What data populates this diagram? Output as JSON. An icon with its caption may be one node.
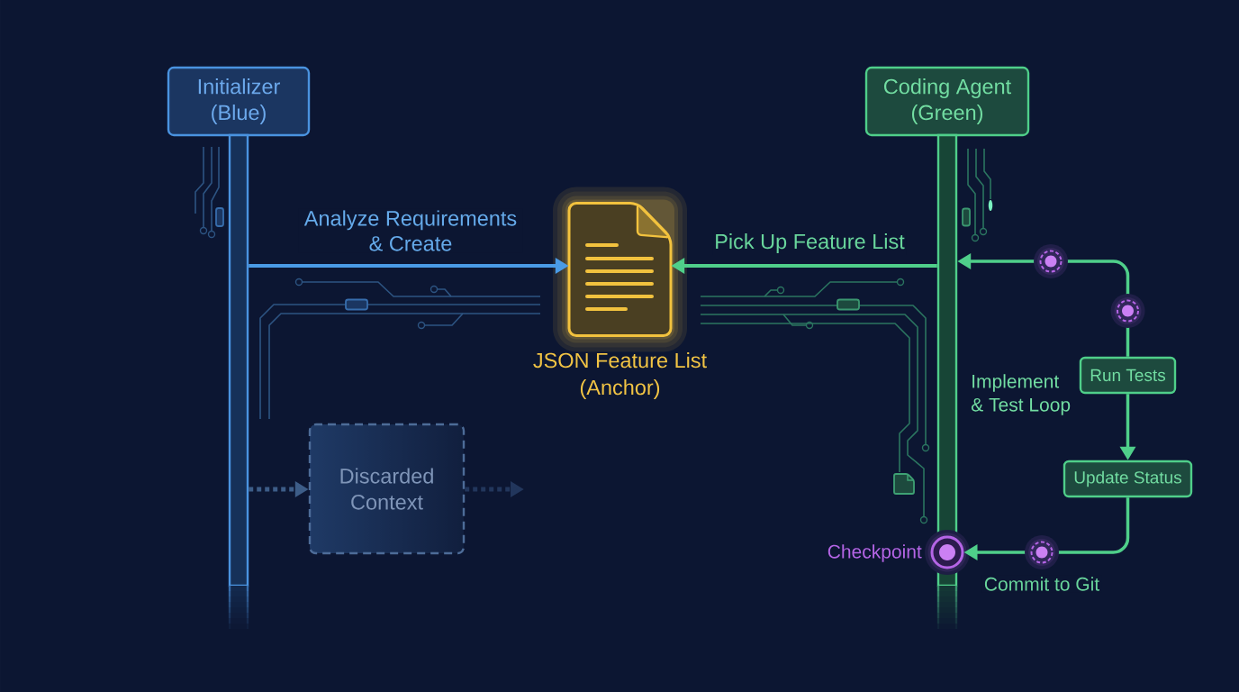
{
  "diagram": {
    "nodes": [
      {
        "text": [
          "Initializer (Blue)"
        ]
      },
      {
        "text": [
          "Coding Agent (Green)"
        ]
      },
      {
        "text": [],
        "shape": "bar"
      },
      {
        "text": [],
        "shape": "bar"
      },
      {
        "text": [
          "JSON Feature List (Anchor)"
        ]
      },
      {
        "text": [
          "Run Tests"
        ]
      },
      {
        "text": [
          "Discarded Context"
        ]
      },
      {
        "text": [
          "Update Status"
        ]
      },
      {
        "text": [
          "Checkpoint"
        ]
      }
    ],
    "edges": [
      {
        "from": 2,
        "to": 4,
        "arrow": "to",
        "label": "Analyze Requirements & Create",
        "color": "#4a9be6"
      },
      {
        "from": 3,
        "to": 4,
        "arrow": "to",
        "label": "Pick Up Feature List"
      },
      {
        "from": 5,
        "to": 3,
        "arrow": "to"
      },
      {
        "from": 5,
        "to": 7,
        "arrow": "to"
      },
      {
        "from": 2,
        "to": 6,
        "arrow": "to",
        "style": "dashed",
        "color": "#3d5d88"
      },
      {
        "from": 6,
        "to": null,
        "arrow": "to",
        "style": "dashed",
        "color": "#22365c"
      },
      {
        "from": 7,
        "to": 8,
        "arrow": "to",
        "label": "Commit to Git"
      }
    ],
    "labels": [
      "Implement & Test Loop"
    ]
  }
}
